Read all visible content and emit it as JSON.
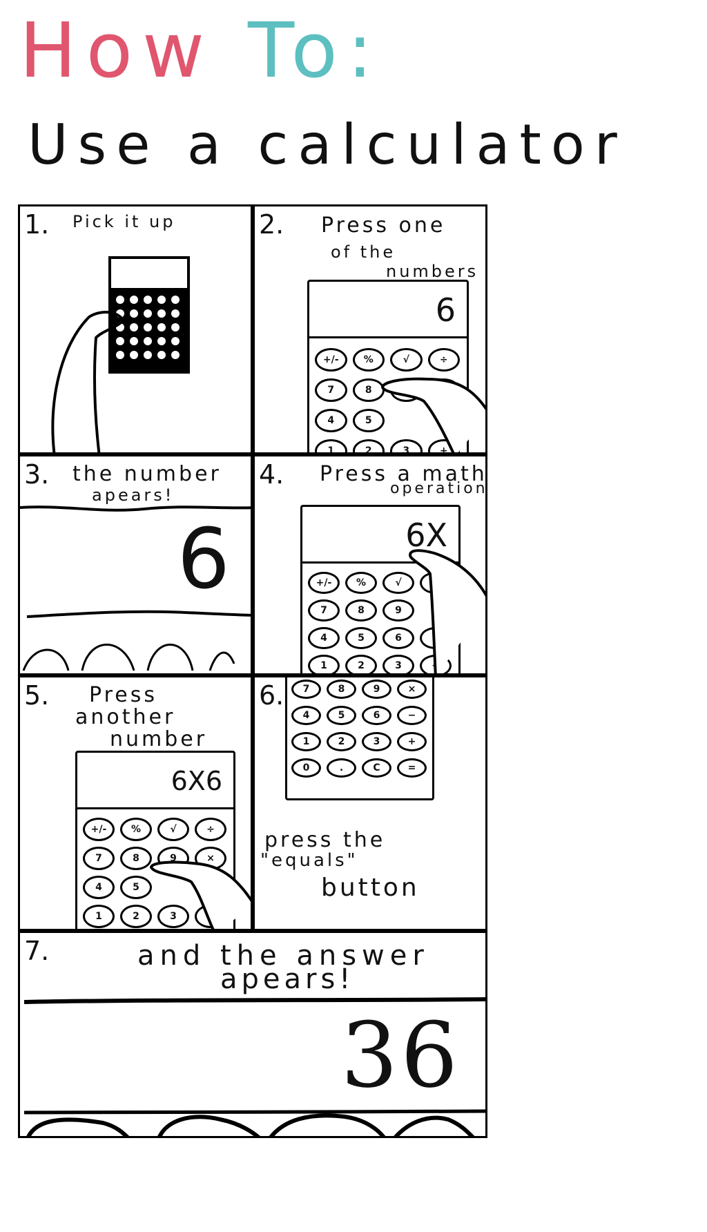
{
  "title": {
    "how": "How",
    "to": "To:",
    "subtitle": "Use a calculator"
  },
  "panels": [
    {
      "num": "1.",
      "caption": "Pick it up"
    },
    {
      "num": "2.",
      "caption_line1": "Press one",
      "caption_line2": "of the",
      "caption_line3": "numbers",
      "display": "6"
    },
    {
      "num": "3.",
      "caption_line1": "the number",
      "caption_line2": "apears!",
      "display": "6"
    },
    {
      "num": "4.",
      "caption_line1": "Press a math",
      "caption_line2": "operation",
      "display": "6X"
    },
    {
      "num": "5.",
      "caption_line1": "Press",
      "caption_line2": "another",
      "caption_line3": "number",
      "display": "6X6"
    },
    {
      "num": "6.",
      "caption_line1": "press the",
      "caption_line2": "\"equals\"",
      "caption_line3": "button"
    },
    {
      "num": "7.",
      "caption_line1": "and the answer",
      "caption_line2": "apears!",
      "display": "36"
    }
  ],
  "keys": {
    "row1": [
      "+/-",
      "%",
      "√",
      "÷"
    ],
    "row2": [
      "7",
      "8",
      "9",
      "×"
    ],
    "row3": [
      "4",
      "5",
      "6",
      "−"
    ],
    "row4": [
      "1",
      "2",
      "3",
      "+"
    ],
    "row5": [
      "0",
      ".",
      "C",
      "="
    ]
  }
}
